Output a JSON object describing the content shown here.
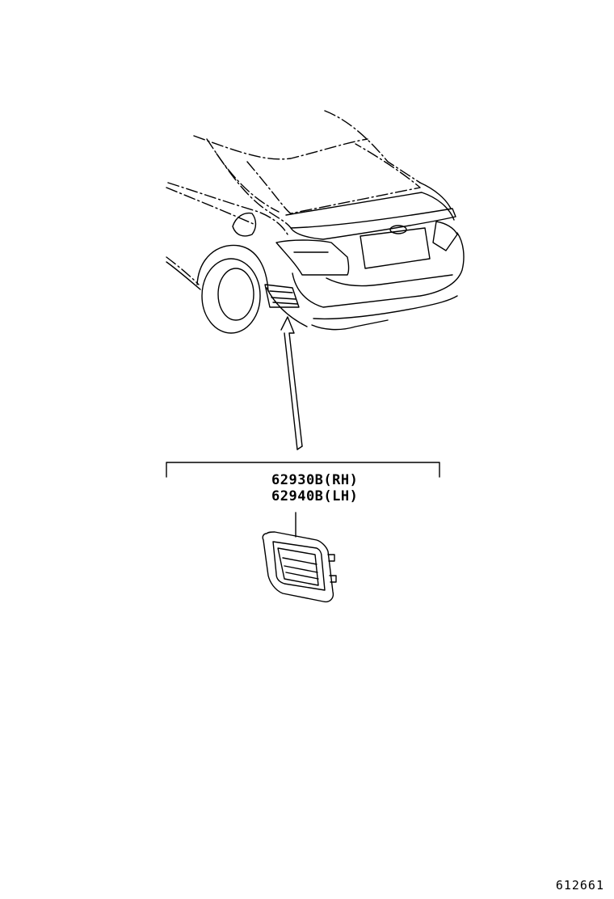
{
  "diagram": {
    "parts": [
      {
        "number": "62930B",
        "side": "(RH)",
        "label": "62930B(RH)"
      },
      {
        "number": "62940B",
        "side": "(LH)",
        "label": "62940B(LH)"
      }
    ],
    "reference_id": "612661"
  },
  "style": {
    "line_color": "#000000",
    "background": "#ffffff"
  }
}
